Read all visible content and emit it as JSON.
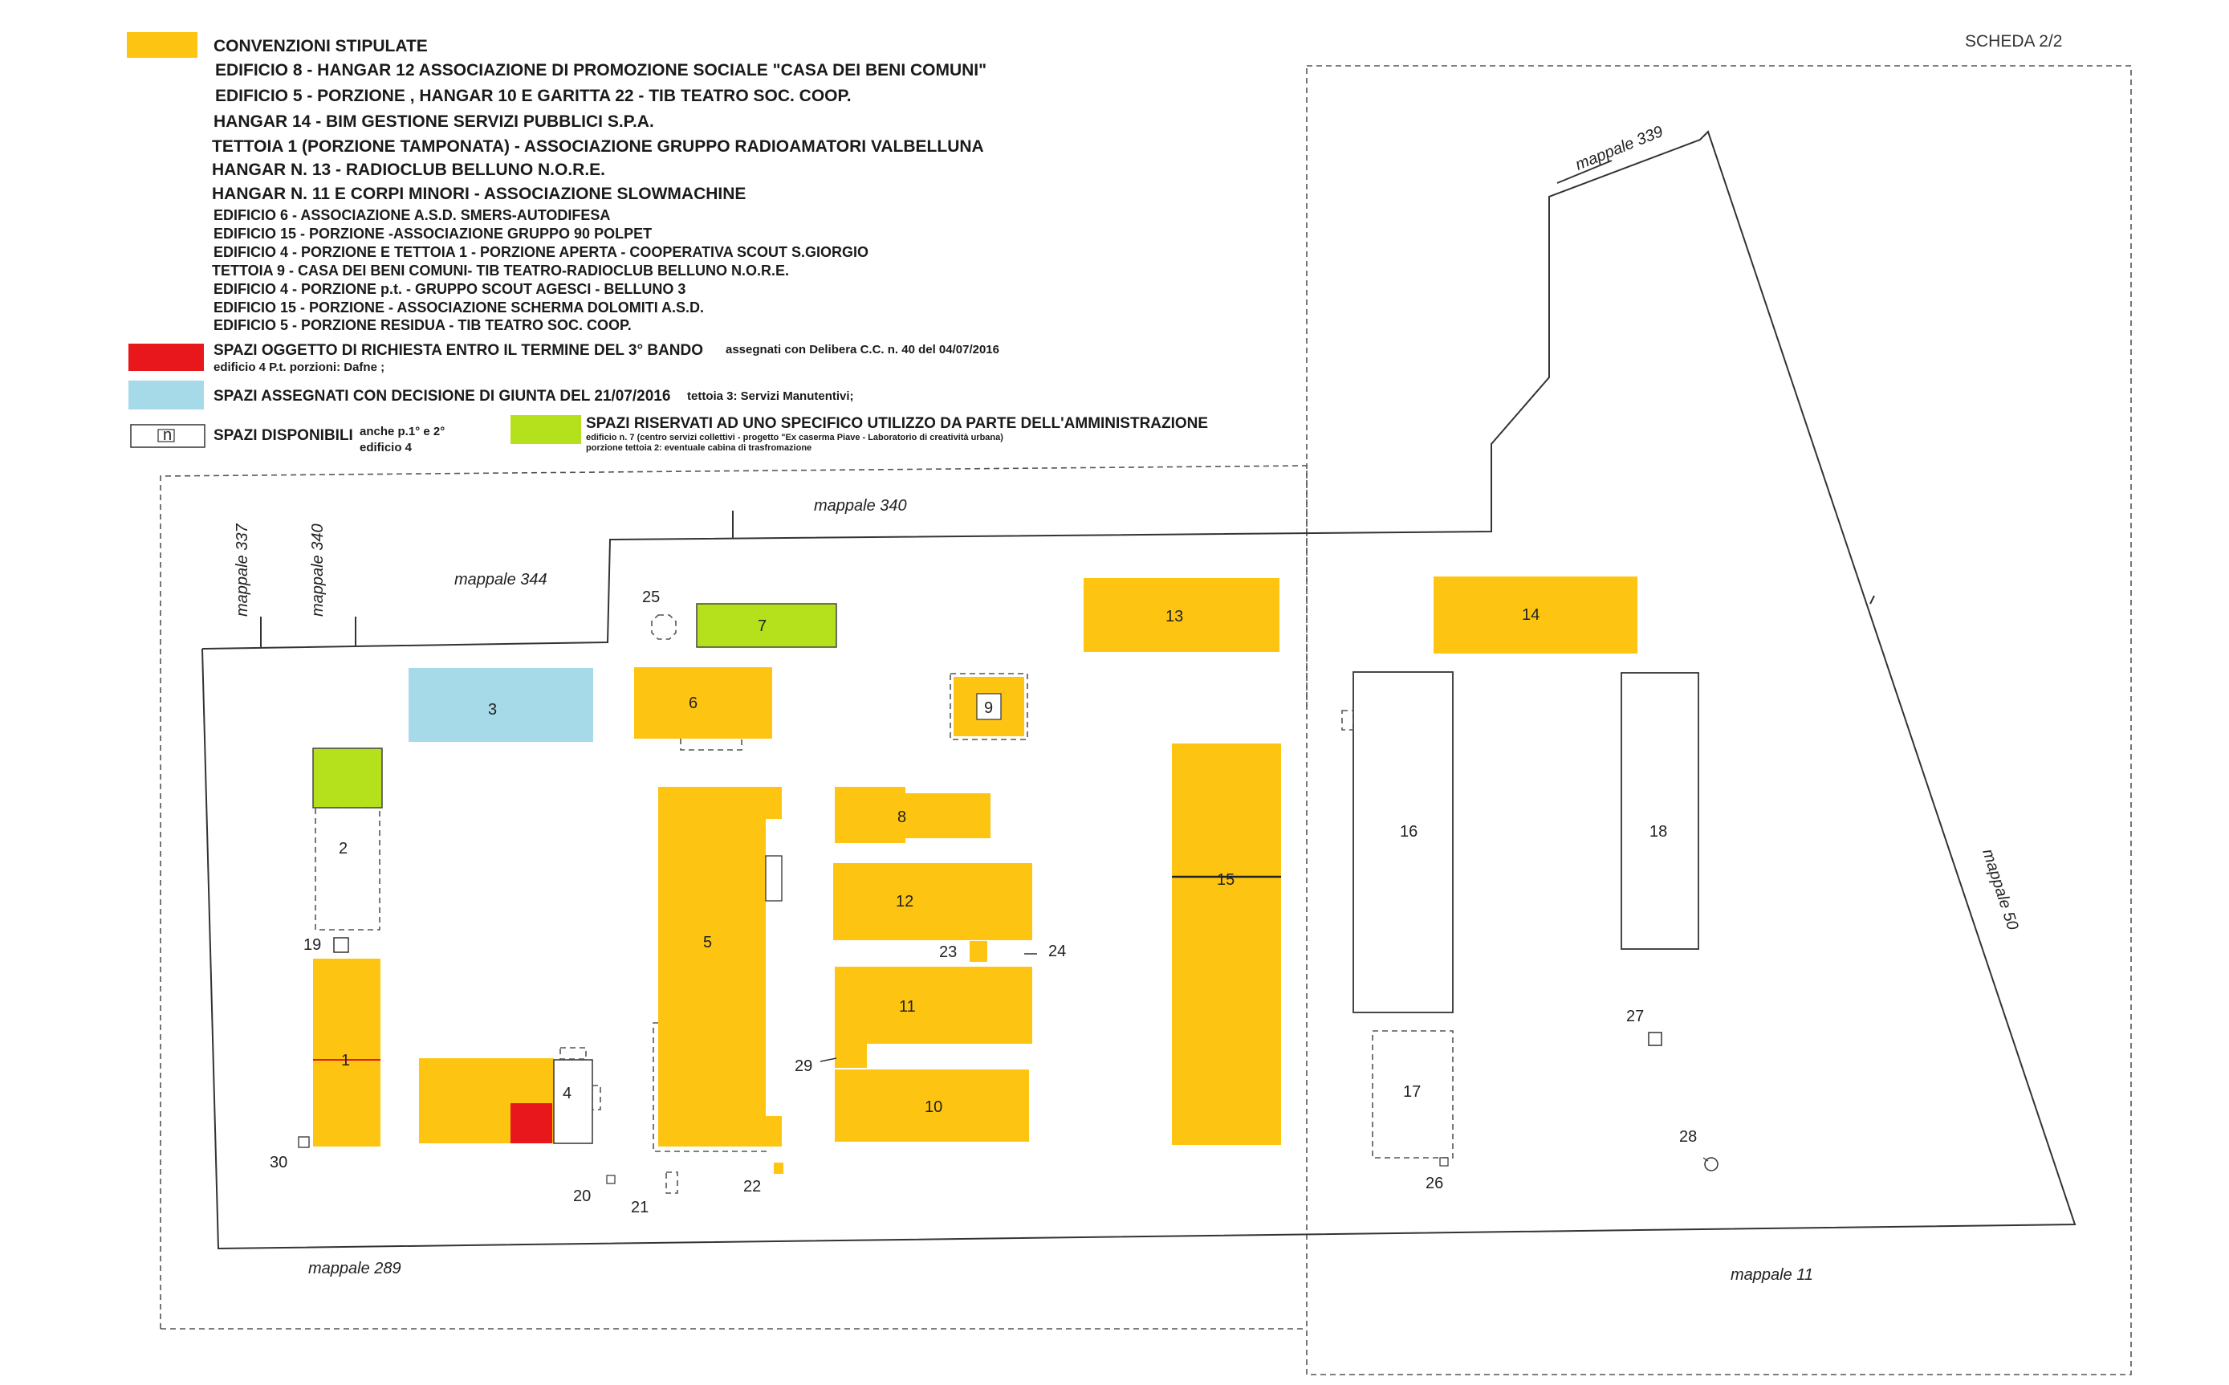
{
  "sheet": "SCHEDA 2/2",
  "colors": {
    "convenzioni": "#fdc512",
    "richiesta": "#e8171c",
    "giunta": "#a6dae9",
    "riservati": "#b5e01c",
    "disponibili": "#ffffff"
  },
  "legend": {
    "convenzioni_title": "CONVENZIONI STIPULATE",
    "convenzioni_items": [
      "EDIFICIO 8 -  HANGAR 12   ASSOCIAZIONE DI PROMOZIONE SOCIALE \"CASA DEI  BENI COMUNI\"",
      "EDIFICIO 5 - PORZIONE , HANGAR 10 E GARITTA 22  - TIB TEATRO SOC. COOP.",
      "HANGAR 14 - BIM GESTIONE SERVIZI PUBBLICI S.P.A.",
      "TETTOIA 1 (PORZIONE TAMPONATA) - ASSOCIAZIONE  GRUPPO RADIOAMATORI VALBELLUNA",
      "HANGAR N. 13 -  RADIOCLUB BELLUNO N.O.R.E.",
      "HANGAR N. 11 E CORPI MINORI - ASSOCIAZIONE SLOWMACHINE"
    ],
    "convenzioni_items_small": [
      "EDIFICIO 6 - ASSOCIAZIONE A.S.D. SMERS-AUTODIFESA",
      "EDIFICIO 15 - PORZIONE -ASSOCIAZIONE GRUPPO 90 POLPET",
      "EDIFICIO 4 - PORZIONE E TETTOIA 1 - PORZIONE APERTA - COOPERATIVA SCOUT S.GIORGIO",
      "TETTOIA 9 - CASA DEI BENI COMUNI- TIB TEATRO-RADIOCLUB BELLUNO N.O.R.E.",
      "EDIFICIO 4 - PORZIONE p.t. - GRUPPO SCOUT AGESCI - BELLUNO 3",
      "EDIFICIO 15 - PORZIONE - ASSOCIAZIONE SCHERMA DOLOMITI A.S.D.",
      "EDIFICIO 5 - PORZIONE RESIDUA - TIB TEATRO SOC. COOP."
    ],
    "richiesta_title": "SPAZI OGGETTO DI RICHIESTA ENTRO IL TERMINE DEL 3° BANDO",
    "richiesta_note": "assegnati con Delibera C.C. n. 40 del 04/07/2016",
    "richiesta_sub": "edificio 4 P.t. porzioni: Dafne ;",
    "giunta_title": "SPAZI ASSEGNATI CON DECISIONE DI GIUNTA DEL 21/07/2016",
    "giunta_note": "tettoia 3: Servizi Manutentivi;",
    "disponibili_symbol": "n",
    "disponibili_title": "SPAZI DISPONIBILI",
    "disponibili_note1": "anche p.1° e 2°",
    "disponibili_note2": "edificio 4",
    "riservati_title": "SPAZI RISERVATI AD UNO SPECIFICO UTILIZZO DA PARTE DELL'AMMINISTRAZIONE",
    "riservati_note1": "edificio n. 7 (centro servizi collettivi - progetto \"Ex caserma Piave - Laboratorio di creatività urbana)",
    "riservati_note2": "porzione tettoia 2: eventuale cabina di trasfromazione"
  },
  "mappali": {
    "m340_top": "mappale 340",
    "m344": "mappale 344",
    "m337": "mappale 337",
    "m340_left": "mappale 340",
    "m339": "mappale 339",
    "m50": "mappale 50",
    "m289": "mappale 289",
    "m11": "mappale 11"
  },
  "buildings": {
    "b1": "1",
    "b2": "2",
    "b3": "3",
    "b4": "4",
    "b5": "5",
    "b6": "6",
    "b7": "7",
    "b8": "8",
    "b9": "9",
    "b10": "10",
    "b11": "11",
    "b12": "12",
    "b13": "13",
    "b14": "14",
    "b15": "15",
    "b16": "16",
    "b17": "17",
    "b18": "18",
    "b19": "19",
    "b20": "20",
    "b21": "21",
    "b22": "22",
    "b23": "23",
    "b24": "24",
    "b25": "25",
    "b26": "26",
    "b27": "27",
    "b28": "28",
    "b29": "29",
    "b30": "30"
  }
}
